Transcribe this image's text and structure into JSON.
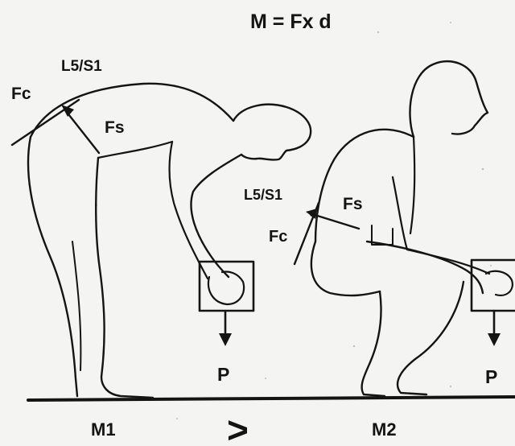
{
  "formula": "M = Fx d",
  "left_figure": {
    "joint_label": "L5/S1",
    "compression_label": "Fc",
    "shear_label": "Fs",
    "load_label": "P",
    "moment_label": "M1"
  },
  "right_figure": {
    "joint_label": "L5/S1",
    "compression_label": "Fc",
    "shear_label": "Fs",
    "load_label": "P",
    "moment_label": "M2"
  },
  "comparison_symbol": ">"
}
